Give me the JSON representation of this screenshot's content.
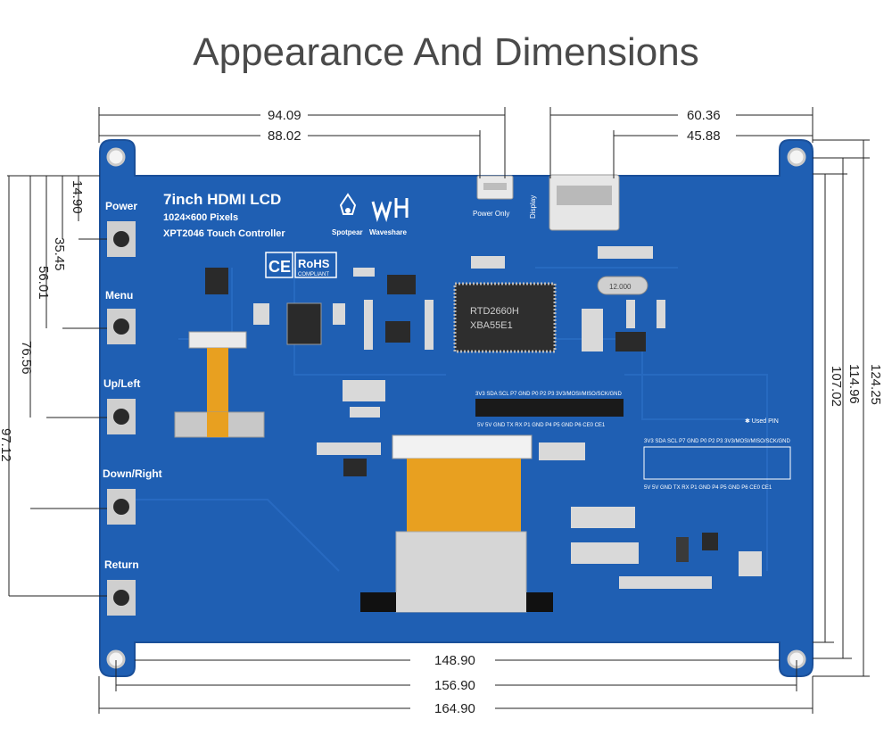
{
  "title": "Appearance And Dimensions",
  "board": {
    "heading": "7inch HDMI LCD",
    "resolution": "1024×600 Pixels",
    "controller": "XPT2046 Touch Controller",
    "logo_left": "Spotpear",
    "logo_right": "Waveshare",
    "cert_ce": "CE",
    "cert_rohs": "RoHS",
    "cert_rohs_sub": "COMPLIANT",
    "port_power": "Power Only",
    "port_display": "Display",
    "used_pin": "✱ Used PIN",
    "buttons": [
      "Power",
      "Menu",
      "Up/Left",
      "Down/Right",
      "Return"
    ],
    "header1_top": "3V3 SDA SCL P7 GND P0 P2 P3 3V3/MOSI/MISO/SCK/GND",
    "header1_bottom": "5V 5V GND TX RX P1 GND P4 P5 GND P6 CE0 CE1",
    "header2_top": "3V3 SDA SCL P7 GND P0 P2 P3 3V3/MOSI/MISO/SCK/GND",
    "header2_bottom": "5V 5V GND TX RX P1 GND P4 P5 GND P6 CE0 CE1",
    "chip_line1": "RTD2660H",
    "chip_line2": "XBA55E1",
    "crystal": "12.000"
  },
  "dimensions": {
    "top_a": "94.09",
    "top_b": "88.02",
    "top_c": "60.36",
    "top_d": "45.88",
    "left_a": "14.90",
    "left_b": "35.45",
    "left_c": "56.01",
    "left_d": "76.56",
    "left_e": "97.12",
    "right_a": "107.02",
    "right_b": "114.96",
    "right_c": "124.25",
    "bottom_a": "148.90",
    "bottom_b": "156.90",
    "bottom_c": "164.90"
  },
  "colors": {
    "pcb": "#1f5fb3",
    "pcb_edge": "#1a4f99",
    "flex": "#e8a020",
    "ribbon": "#d8d8d8"
  }
}
